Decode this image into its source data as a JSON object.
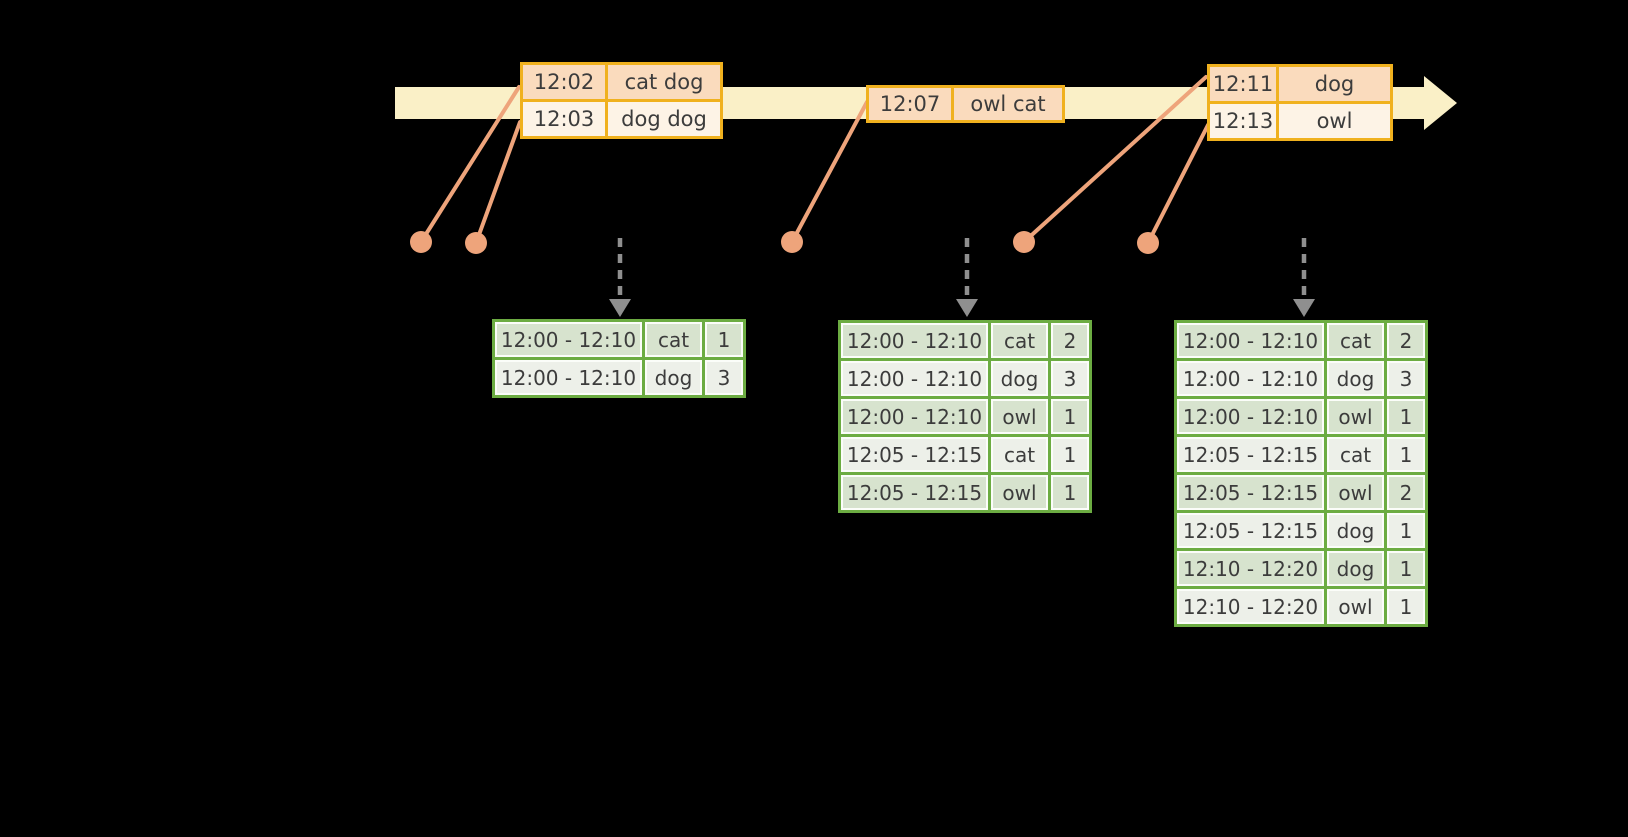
{
  "colors": {
    "background": "#000000",
    "timeline_fill": "#FAF0C7",
    "event_border": "#F0B11E",
    "event_row_dark": "#FADBBD",
    "event_row_light": "#FDF3E6",
    "connector": "#EEA47B",
    "result_border": "#6CAC42",
    "result_row_dark": "#D7E3CE",
    "result_row_light": "#EDF0E9",
    "trigger_arrow": "#8F8F8F",
    "text": "#3C3C3C"
  },
  "timeline": {
    "event_groups": [
      {
        "events": [
          {
            "time": "12:02",
            "words": "cat dog"
          },
          {
            "time": "12:03",
            "words": "dog dog"
          }
        ]
      },
      {
        "events": [
          {
            "time": "12:07",
            "words": "owl cat"
          }
        ]
      },
      {
        "events": [
          {
            "time": "12:11",
            "words": "dog"
          },
          {
            "time": "12:13",
            "words": "owl"
          }
        ]
      }
    ]
  },
  "result_tables": [
    {
      "rows": [
        {
          "window": "12:00 - 12:10",
          "word": "cat",
          "count": "1"
        },
        {
          "window": "12:00 - 12:10",
          "word": "dog",
          "count": "3"
        }
      ]
    },
    {
      "rows": [
        {
          "window": "12:00 - 12:10",
          "word": "cat",
          "count": "2"
        },
        {
          "window": "12:00 - 12:10",
          "word": "dog",
          "count": "3"
        },
        {
          "window": "12:00 - 12:10",
          "word": "owl",
          "count": "1"
        },
        {
          "window": "12:05 - 12:15",
          "word": "cat",
          "count": "1"
        },
        {
          "window": "12:05 - 12:15",
          "word": "owl",
          "count": "1"
        }
      ]
    },
    {
      "rows": [
        {
          "window": "12:00 - 12:10",
          "word": "cat",
          "count": "2"
        },
        {
          "window": "12:00 - 12:10",
          "word": "dog",
          "count": "3"
        },
        {
          "window": "12:00 - 12:10",
          "word": "owl",
          "count": "1"
        },
        {
          "window": "12:05 - 12:15",
          "word": "cat",
          "count": "1"
        },
        {
          "window": "12:05 - 12:15",
          "word": "owl",
          "count": "2"
        },
        {
          "window": "12:05 - 12:15",
          "word": "dog",
          "count": "1"
        },
        {
          "window": "12:10 - 12:20",
          "word": "dog",
          "count": "1"
        },
        {
          "window": "12:10 - 12:20",
          "word": "owl",
          "count": "1"
        }
      ]
    }
  ]
}
